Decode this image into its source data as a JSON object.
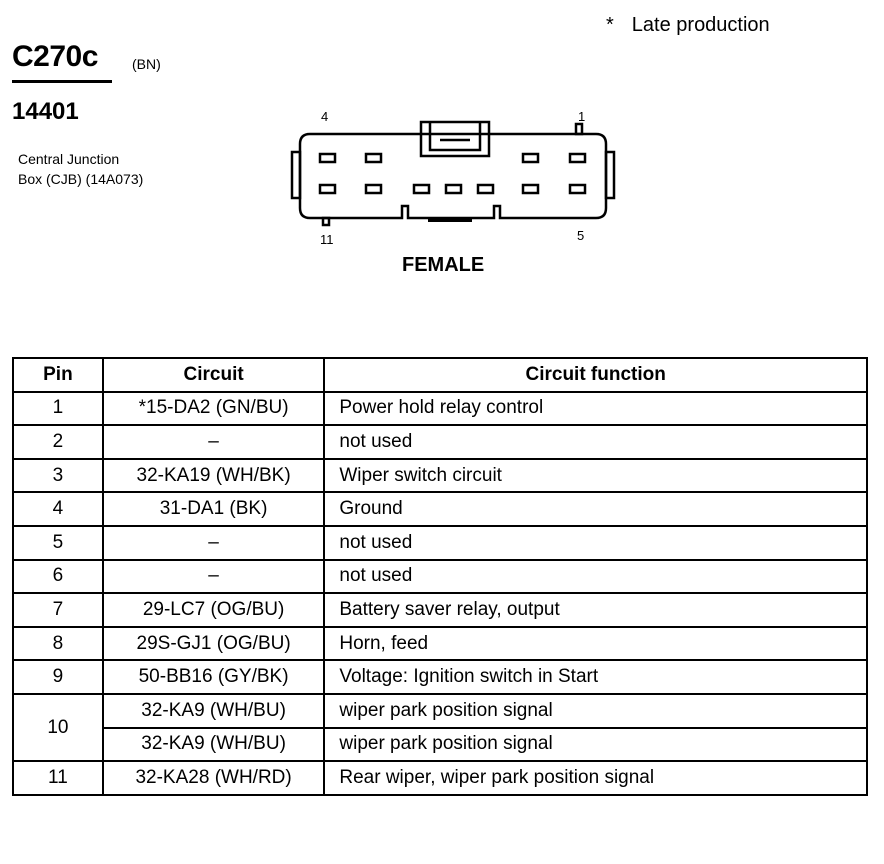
{
  "header": {
    "note_marker": "*",
    "note_text": "Late production",
    "connector_id": "C270c",
    "connector_color": "(BN)",
    "part_number": "14401",
    "description_line1": "Central Junction",
    "description_line2": "Box (CJB) (14A073)"
  },
  "diagram": {
    "pin_labels": {
      "top_left": "4",
      "top_right": "1",
      "bottom_left": "11",
      "bottom_right": "5"
    },
    "gender_label": "FEMALE"
  },
  "table": {
    "headers": [
      "Pin",
      "Circuit",
      "Circuit function"
    ],
    "rows": [
      {
        "pin": "1",
        "circuit": "*15-DA2 (GN/BU)",
        "function": "Power hold relay control"
      },
      {
        "pin": "2",
        "circuit": "–",
        "function": "not used"
      },
      {
        "pin": "3",
        "circuit": "32-KA19 (WH/BK)",
        "function": "Wiper switch circuit"
      },
      {
        "pin": "4",
        "circuit": "31-DA1 (BK)",
        "function": "Ground"
      },
      {
        "pin": "5",
        "circuit": "–",
        "function": "not used"
      },
      {
        "pin": "6",
        "circuit": "–",
        "function": "not used"
      },
      {
        "pin": "7",
        "circuit": "29-LC7 (OG/BU)",
        "function": "Battery saver relay, output"
      },
      {
        "pin": "8",
        "circuit": "29S-GJ1 (OG/BU)",
        "function": "Horn, feed"
      },
      {
        "pin": "9",
        "circuit": "50-BB16 (GY/BK)",
        "function": "Voltage: Ignition switch in Start"
      },
      {
        "pin": "10",
        "circuit": "32-KA9 (WH/BU)",
        "function": "wiper park position signal"
      },
      {
        "pin": "",
        "circuit": "32-KA9 (WH/BU)",
        "function": "wiper park position signal"
      },
      {
        "pin": "11",
        "circuit": "32-KA28 (WH/RD)",
        "function": "Rear wiper, wiper park position signal"
      }
    ]
  }
}
